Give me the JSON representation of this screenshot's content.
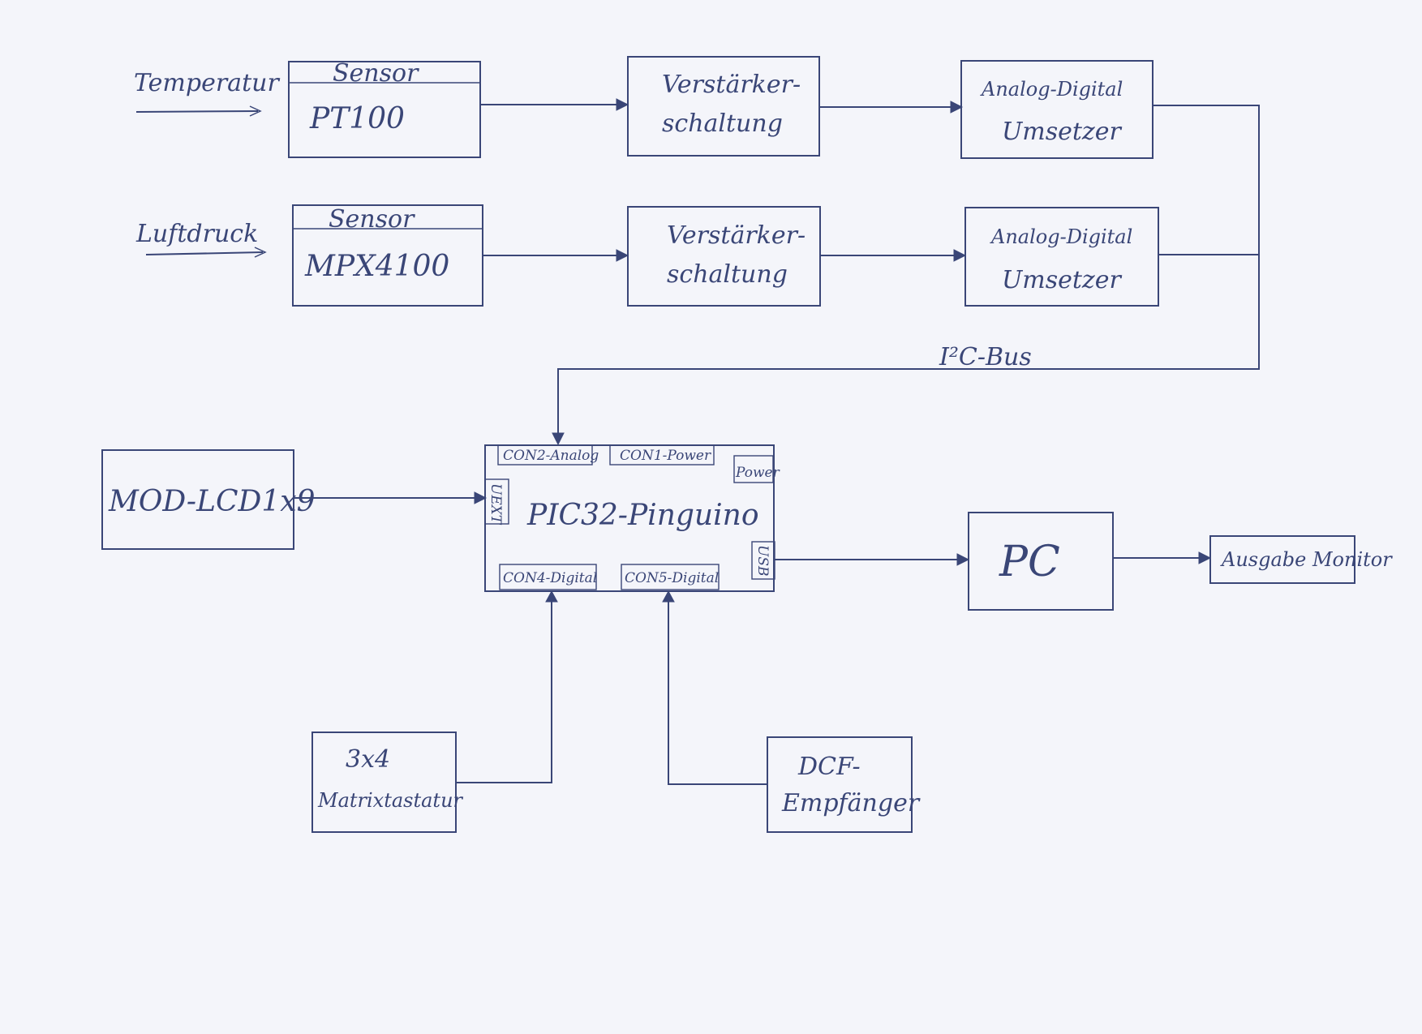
{
  "diagram": {
    "input_labels": {
      "temperature": "Temperatur",
      "air_pressure": "Luftdruck"
    },
    "sensor1": {
      "header": "Sensor",
      "name": "PT100"
    },
    "sensor2": {
      "header": "Sensor",
      "name": "MPX4100"
    },
    "amplifier1": {
      "line1": "Verstärker-",
      "line2": "schaltung"
    },
    "amplifier2": {
      "line1": "Verstärker-",
      "line2": "schaltung"
    },
    "adc1": {
      "line1": "Analog-Digital",
      "line2": "Umsetzer"
    },
    "adc2": {
      "line1": "Analog-Digital",
      "line2": "Umsetzer"
    },
    "bus_label": "I²C-Bus",
    "lcd": "MOD-LCD1x9",
    "mcu": {
      "name": "PIC32-Pinguino",
      "con2": "CON2-Analog",
      "con1": "CON1-Power",
      "power": "Power",
      "uext": "UEXT",
      "usb": "USB",
      "con4": "CON4-Digital",
      "con5": "CON5-Digital"
    },
    "pc": "PC",
    "monitor": "Ausgabe Monitor",
    "keypad": {
      "line1": "3x4",
      "line2": "Matrixtastatur"
    },
    "dcf": {
      "line1": "DCF-",
      "line2": "Empfänger"
    }
  }
}
